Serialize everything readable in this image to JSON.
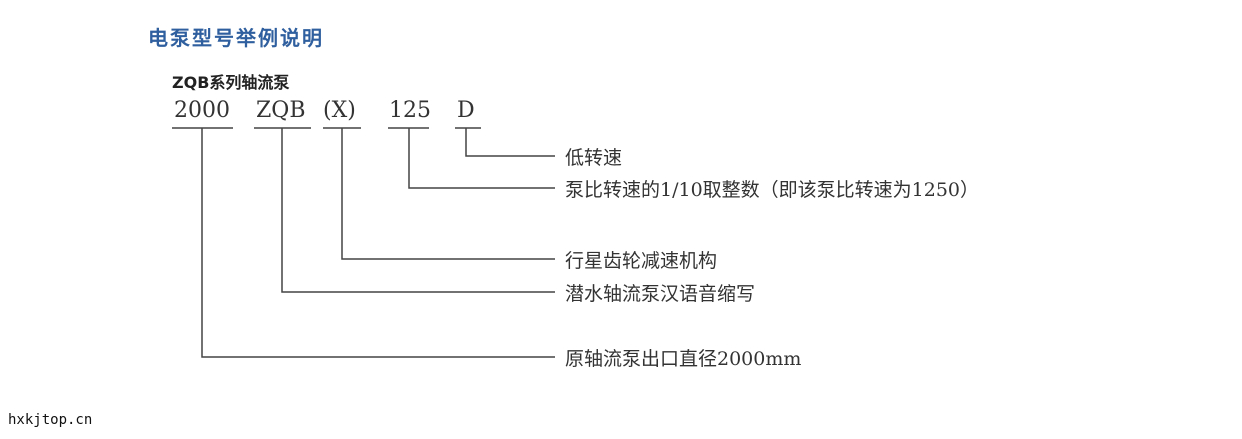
{
  "title": "电泵型号举例说明",
  "subtitle": "ZQB系列轴流泵",
  "codes": [
    "2000",
    "ZQB",
    "(X)",
    "125",
    "D"
  ],
  "labels": {
    "D": "低转速",
    "125": "泵比转速的1/10取整数（即该泵比转速为1250）",
    "X": "行星齿轮减速机构",
    "ZQB": "潜水轴流泵汉语音缩写",
    "2000": "原轴流泵出口直径2000mm"
  },
  "watermark": "hxkjtop.cn"
}
